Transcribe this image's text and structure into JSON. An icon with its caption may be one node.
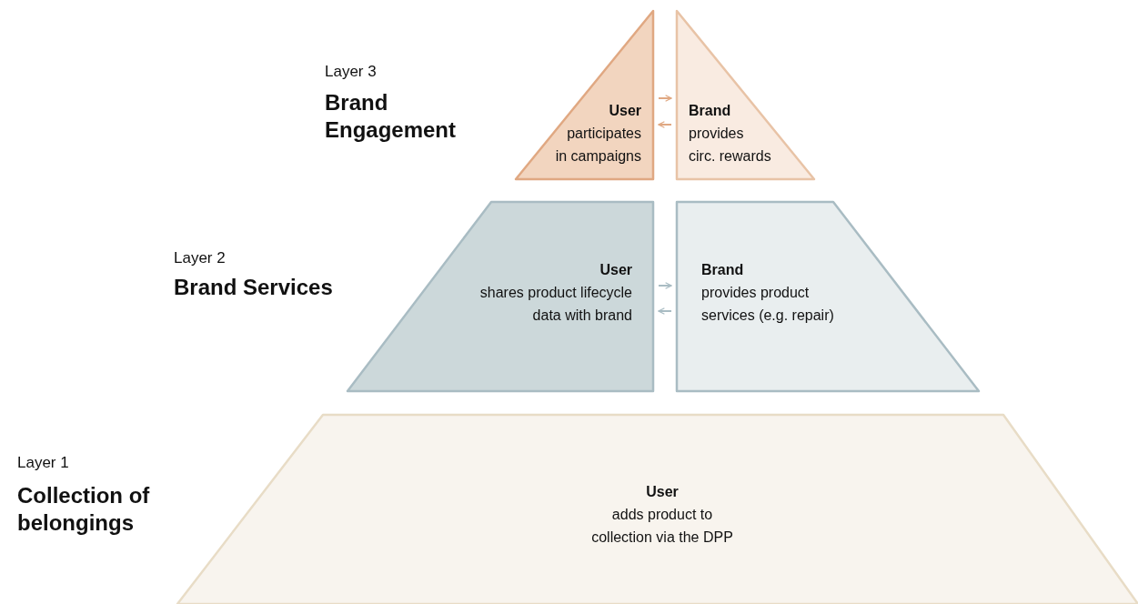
{
  "diagram": {
    "nodes": [
      {
        "text": [
          "User",
          "participates in campaigns"
        ]
      },
      {
        "text": [
          "Brand",
          "provides circ. rewards"
        ]
      },
      {
        "text": [
          "User",
          "shares product lifecycle data with brand"
        ]
      },
      {
        "text": [
          "Brand",
          "provides product services (e.g. repair)"
        ]
      },
      {
        "text": [
          "User",
          "adds product to collection via the DPP"
        ]
      }
    ],
    "edges": [
      {
        "from": 0,
        "to": 1,
        "arrow": "to",
        "color": "#e0a882"
      },
      {
        "from": 1,
        "to": 0,
        "arrow": "to",
        "color": "#e0a882"
      },
      {
        "from": 2,
        "to": 3,
        "arrow": "to",
        "color": "#a9bcc3"
      },
      {
        "from": 3,
        "to": 2,
        "arrow": "to",
        "color": "#a9bcc3"
      }
    ],
    "labels": [
      "Layer 3",
      "Brand Engagement",
      "Layer 2",
      "Brand Services",
      "Layer 1",
      "Collection of belongings"
    ]
  }
}
